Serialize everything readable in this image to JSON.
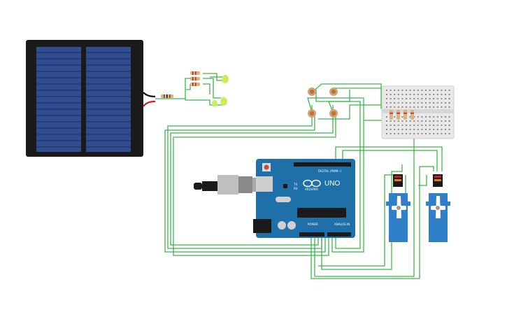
{
  "board": {
    "model_label": "UNO",
    "brand_label": "ARDUINO",
    "digital_header_label": "DIGITAL (PWM~)",
    "power_header_label": "POWER",
    "analog_header_label": "ANALOG IN",
    "led_tx_label": "TX",
    "led_rx_label": "RX"
  },
  "colors": {
    "wire": "#3bb54a",
    "board": "#1f6fa8",
    "solar_frame": "#1a1a1a",
    "solar_cell": "#2f4d8f",
    "servo": "#2f80c9",
    "breadboard": "#e8e8e8"
  },
  "components": [
    "solar-panel",
    "arduino-uno",
    "breadboard",
    "servo-1",
    "servo-2",
    "photoresistor-1",
    "photoresistor-2",
    "photoresistor-3",
    "photoresistor-4",
    "resistors",
    "leds"
  ]
}
